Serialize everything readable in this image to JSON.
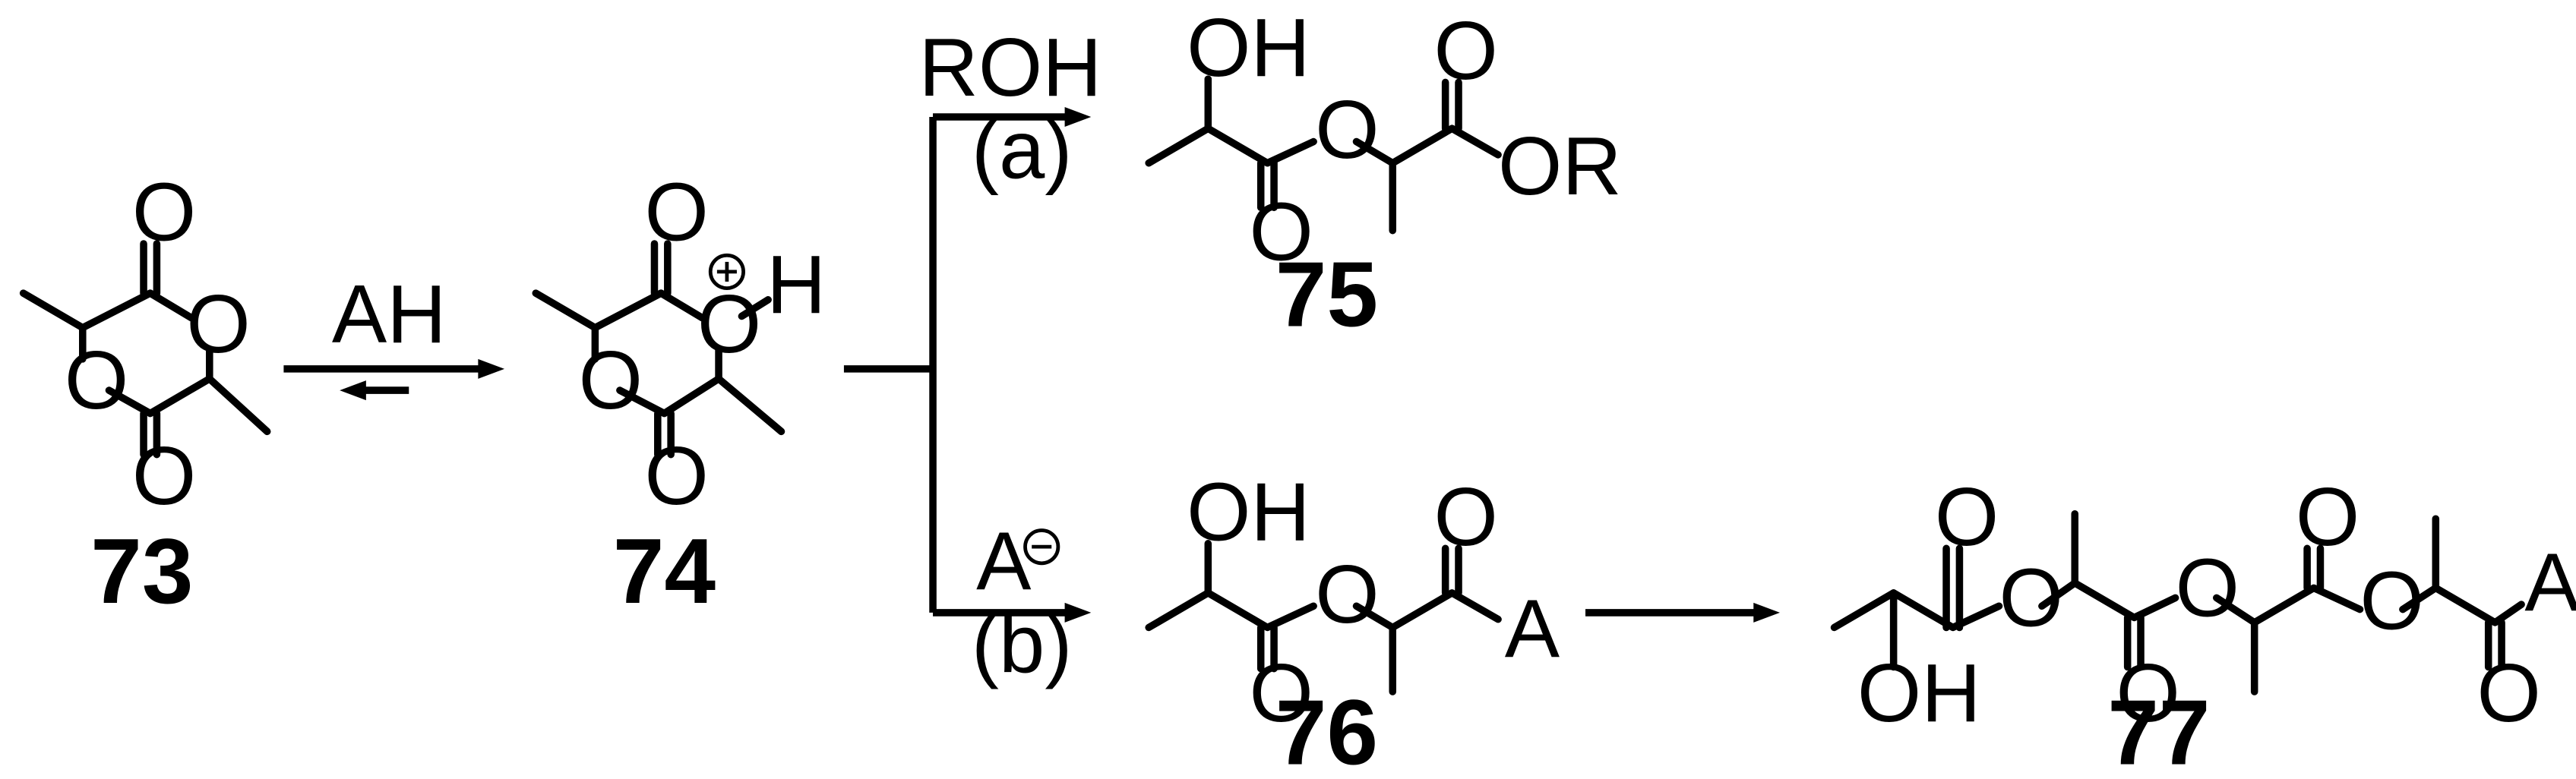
{
  "compounds": {
    "c73": {
      "label": "73",
      "o_carbonyl_top": "O",
      "o_ring_right": "O",
      "o_ring_left": "O",
      "o_carbonyl_bottom": "O"
    },
    "c74": {
      "label": "74",
      "o_carbonyl_top": "O",
      "o_ring_right": "O",
      "h": "H",
      "charge": "+",
      "o_ring_left": "O",
      "o_carbonyl_bottom": "O"
    },
    "c75": {
      "label": "75",
      "oh": "OH",
      "o_ester": "O",
      "o_carbonyl_1": "O",
      "o_carbonyl_2": "O",
      "or": "OR"
    },
    "c76": {
      "label": "76",
      "oh": "OH",
      "o_ester": "O",
      "o_carbonyl_1": "O",
      "o_carbonyl_2": "O",
      "a": "A"
    },
    "c77": {
      "label": "77",
      "oh": "OH",
      "o_carbonyl_1": "O",
      "o_ester_1": "O",
      "o_carbonyl_2": "O",
      "o_ester_2": "O",
      "o_carbonyl_3": "O",
      "o_ester_3": "O",
      "o_carbonyl_4": "O",
      "a": "A"
    }
  },
  "conditions": {
    "equilibrium_reagent": "AH",
    "path_a_reagent": "ROH",
    "path_a_label": "(a)",
    "path_b_reagent": "A",
    "path_b_charge": "−",
    "path_b_label": "(b)"
  }
}
